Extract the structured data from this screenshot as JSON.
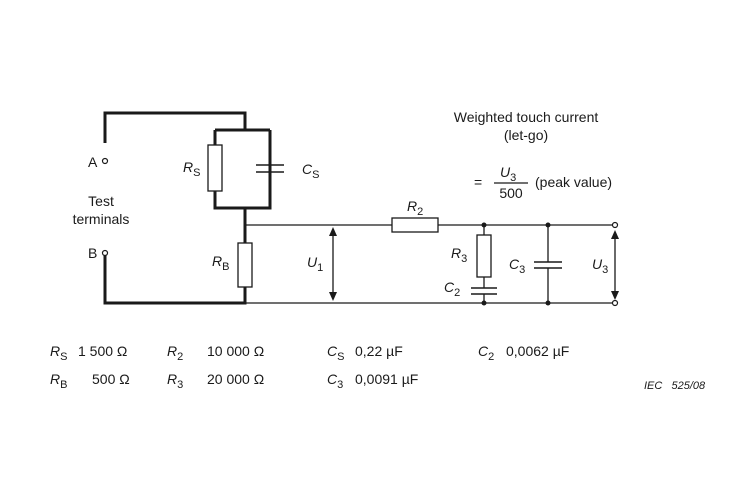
{
  "terminals": {
    "a": "A",
    "b": "B",
    "test_line1": "Test",
    "test_line2": "terminals"
  },
  "formula": {
    "title_line1": "Weighted touch current",
    "title_line2": "(let-go)",
    "equals": "=",
    "numerator_symbol": "U",
    "numerator_sub": "3",
    "denominator": "500",
    "note": "(peak value)"
  },
  "components": {
    "rs": {
      "symbol": "R",
      "sub": "S"
    },
    "cs": {
      "symbol": "C",
      "sub": "S"
    },
    "rb": {
      "symbol": "R",
      "sub": "B"
    },
    "r2": {
      "symbol": "R",
      "sub": "2"
    },
    "r3": {
      "symbol": "R",
      "sub": "3"
    },
    "c2": {
      "symbol": "C",
      "sub": "2"
    },
    "c3": {
      "symbol": "C",
      "sub": "3"
    },
    "u1": {
      "symbol": "U",
      "sub": "1"
    },
    "u3": {
      "symbol": "U",
      "sub": "3"
    }
  },
  "values": {
    "rs": {
      "symbol": "R",
      "sub": "S",
      "value": "1 500 Ω"
    },
    "rb": {
      "symbol": "R",
      "sub": "B",
      "value": "500 Ω"
    },
    "r2": {
      "symbol": "R",
      "sub": "2",
      "value": "10 000 Ω"
    },
    "r3": {
      "symbol": "R",
      "sub": "3",
      "value": "20 000 Ω"
    },
    "cs": {
      "symbol": "C",
      "sub": "S",
      "value": "0,22 µF"
    },
    "c3": {
      "symbol": "C",
      "sub": "3",
      "value": "0,0091 µF"
    },
    "c2": {
      "symbol": "C",
      "sub": "2",
      "value": "0,0062 µF"
    }
  },
  "reference": "IEC   525/08"
}
